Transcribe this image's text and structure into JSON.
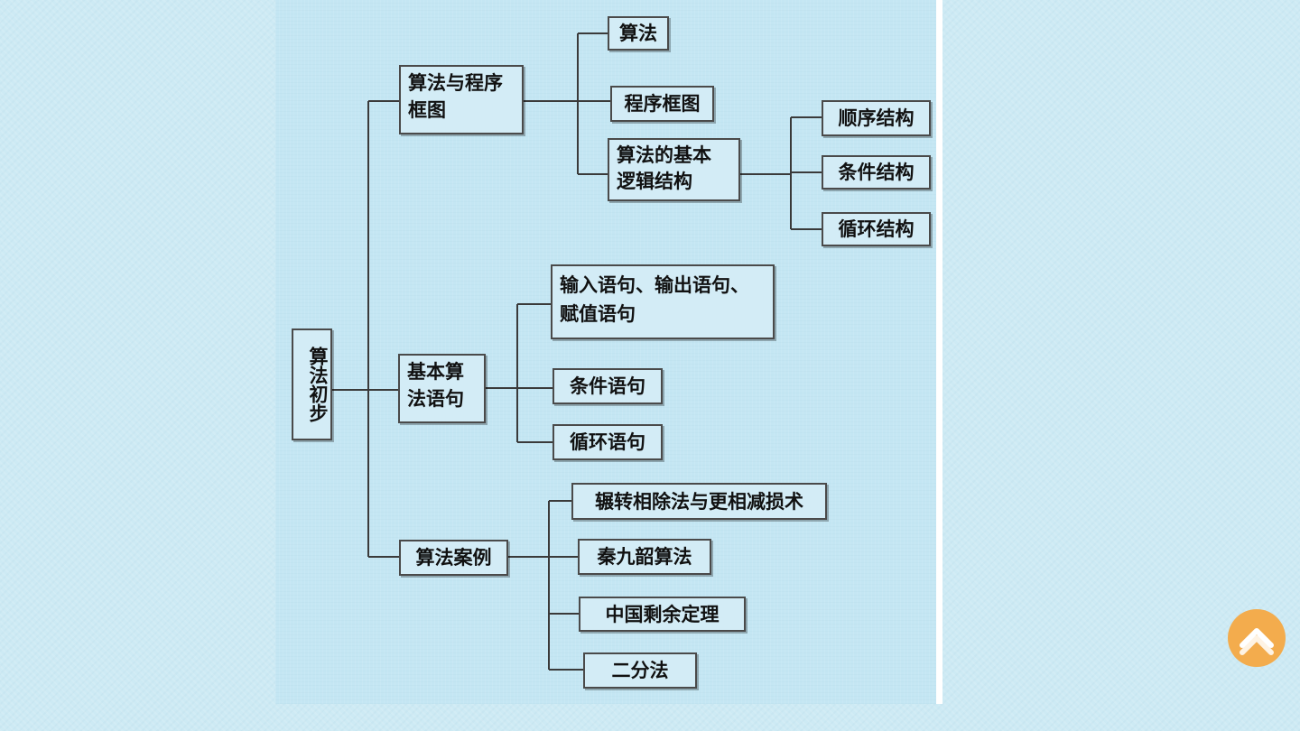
{
  "diagram": {
    "root": "算法初步",
    "branches": [
      {
        "label": "算法与程序\n框图",
        "children": [
          {
            "label": "算法"
          },
          {
            "label": "程序框图"
          },
          {
            "label": "算法的基本\n逻辑结构",
            "children": [
              "顺序结构",
              "条件结构",
              "循环结构"
            ]
          }
        ]
      },
      {
        "label": "基本算\n法语句",
        "children": [
          {
            "label": "输入语句、输出语句、\n赋值语句"
          },
          {
            "label": "条件语句"
          },
          {
            "label": "循环语句"
          }
        ]
      },
      {
        "label": "算法案例",
        "children": [
          {
            "label": "辗转相除法与更相减损术"
          },
          {
            "label": "秦九韶算法"
          },
          {
            "label": "中国剩余定理"
          },
          {
            "label": "二分法"
          }
        ]
      }
    ]
  },
  "controls": {
    "scroll_top_icon": "chevron-up-icon",
    "accent_color": "#f3ac4d"
  }
}
